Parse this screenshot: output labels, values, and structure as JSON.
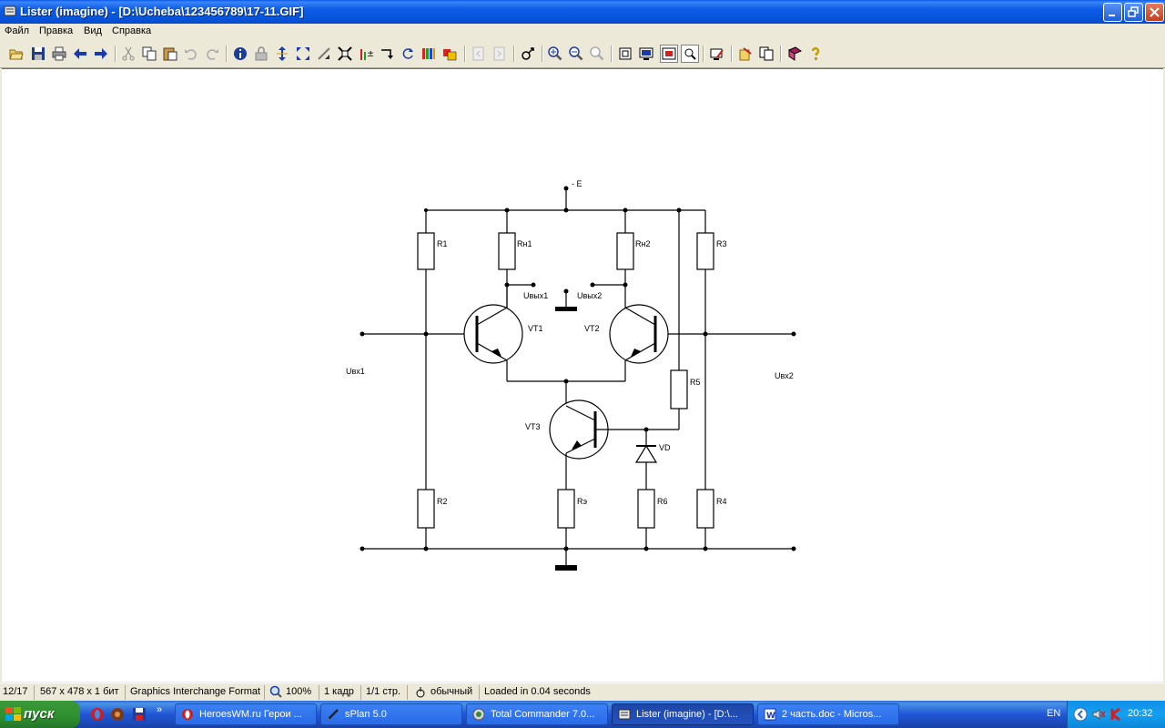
{
  "window": {
    "title": "Lister (imagine) - [D:\\Ucheba\\123456789\\17-11.GIF]",
    "menu": [
      "Файл",
      "Правка",
      "Вид",
      "Справка"
    ]
  },
  "toolbar_icons": [
    "open-icon",
    "save-icon",
    "print-icon",
    "back-arrow-icon",
    "forward-arrow-icon",
    "cut-icon",
    "copy-icon",
    "paste-icon",
    "undo-icon",
    "redo-icon",
    "info-icon",
    "lock-icon",
    "fit-height-icon",
    "fit-size-icon",
    "crop-icon",
    "fullscreen-icon",
    "adjust-icon",
    "rotate-icon",
    "flip-icon",
    "effects-icon",
    "palette-icon",
    "page-prev-icon",
    "page-next-icon",
    "select-icon",
    "zoom-in-icon",
    "zoom-out-icon",
    "zoom-reset-icon",
    "grid-icon",
    "monitor-icon",
    "fit-window-icon",
    "zoom-actual-icon",
    "tools-icon",
    "copy-image-icon",
    "multipage-icon",
    "book-icon",
    "help-icon"
  ],
  "schematic": {
    "supply": "- E",
    "resistors": {
      "r1": "R1",
      "rn1": "Rн1",
      "rn2": "Rн2",
      "r3": "R3",
      "r5": "R5",
      "r2": "R2",
      "re": "Rэ",
      "r6": "R6",
      "r4": "R4"
    },
    "transistors": {
      "vt1": "VT1",
      "vt2": "VT2",
      "vt3": "VT3"
    },
    "diode": "VD",
    "out1": "Uвых1",
    "out2": "Uвых2",
    "in1": "Uвх1",
    "in2": "Uвх2"
  },
  "status": {
    "frame": "12/17",
    "dims": "567 x 478 x 1 бит",
    "format": "Graphics Interchange Format",
    "zoom": "100%",
    "frames": "1 кадр",
    "pages": "1/1 стр.",
    "mode": "обычный",
    "loaded": "Loaded in 0.04 seconds"
  },
  "taskbar": {
    "start": "пуск",
    "tasks": [
      {
        "label": "HeroesWM.ru Герои ..."
      },
      {
        "label": "sPlan 5.0"
      },
      {
        "label": "Total Commander 7.0..."
      },
      {
        "label": "Lister (imagine) - [D:\\..."
      },
      {
        "label": "2 часть.doc - Micros..."
      }
    ],
    "lang": "EN",
    "clock": "20:32"
  }
}
